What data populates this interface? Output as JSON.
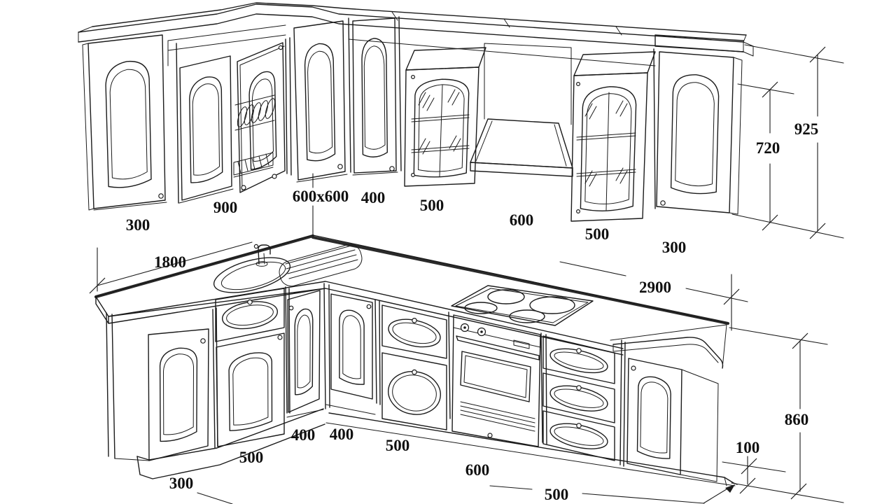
{
  "page": {
    "background": "#ffffff",
    "line_color": "#1b1b1b"
  },
  "drawing": {
    "kind": "kitchen-furniture-technical-line-drawing",
    "views": "upper wall cabinets and base cabinets in perspective"
  },
  "upper_row": {
    "left_end": "300",
    "double_cabinet": "900",
    "corner_cabinet": "600x600",
    "single_door": "400",
    "glass_cabinet_left": "500",
    "hood_section": "600",
    "glass_cabinet_right": "500",
    "right_end": "300",
    "cabinet_height": "720",
    "total_height": "925"
  },
  "base_row": {
    "left_run_total": "1800",
    "right_run_total": "2900",
    "left_end": "300",
    "sink_cabinet": "500",
    "corner_door_left": "400",
    "corner_door_right": "400",
    "drawers_left": "500",
    "oven_section": "600",
    "drawers_right": "500",
    "worktop_height": "860",
    "plinth_height": "100"
  }
}
